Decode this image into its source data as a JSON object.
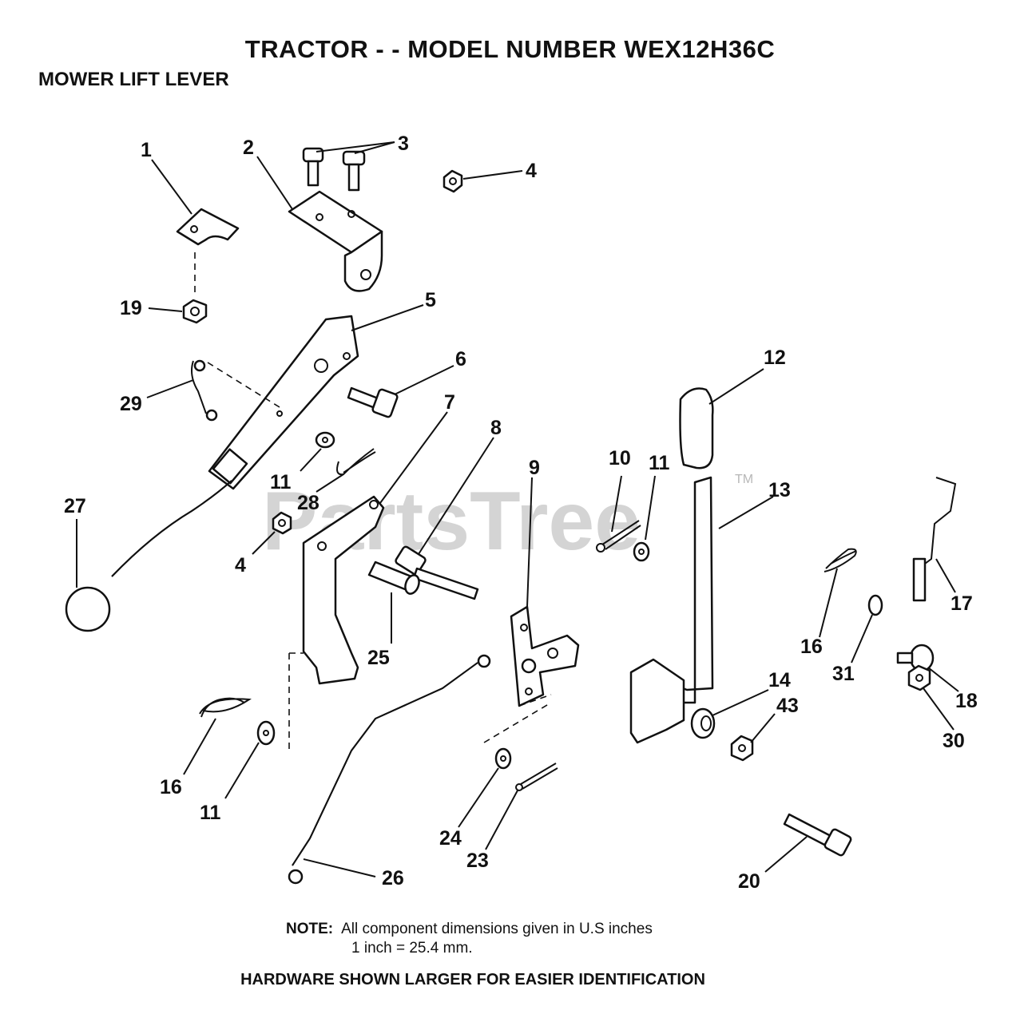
{
  "header": {
    "title": "TRACTOR - - MODEL NUMBER WEX12H36C",
    "subtitle": "MOWER LIFT LEVER"
  },
  "watermark": {
    "text": "PartsTree",
    "tm": "TM"
  },
  "callouts": [
    {
      "id": "c1",
      "label": "1"
    },
    {
      "id": "c2",
      "label": "2"
    },
    {
      "id": "c3",
      "label": "3"
    },
    {
      "id": "c4a",
      "label": "4"
    },
    {
      "id": "c5",
      "label": "5"
    },
    {
      "id": "c6",
      "label": "6"
    },
    {
      "id": "c7",
      "label": "7"
    },
    {
      "id": "c8",
      "label": "8"
    },
    {
      "id": "c9",
      "label": "9"
    },
    {
      "id": "c10",
      "label": "10"
    },
    {
      "id": "c11a",
      "label": "11"
    },
    {
      "id": "c11b",
      "label": "11"
    },
    {
      "id": "c11c",
      "label": "11"
    },
    {
      "id": "c12",
      "label": "12"
    },
    {
      "id": "c13",
      "label": "13"
    },
    {
      "id": "c14",
      "label": "14"
    },
    {
      "id": "c16a",
      "label": "16"
    },
    {
      "id": "c16b",
      "label": "16"
    },
    {
      "id": "c17",
      "label": "17"
    },
    {
      "id": "c18",
      "label": "18"
    },
    {
      "id": "c19",
      "label": "19"
    },
    {
      "id": "c20",
      "label": "20"
    },
    {
      "id": "c23",
      "label": "23"
    },
    {
      "id": "c24",
      "label": "24"
    },
    {
      "id": "c25",
      "label": "25"
    },
    {
      "id": "c26",
      "label": "26"
    },
    {
      "id": "c27",
      "label": "27"
    },
    {
      "id": "c28",
      "label": "28"
    },
    {
      "id": "c29",
      "label": "29"
    },
    {
      "id": "c30",
      "label": "30"
    },
    {
      "id": "c31",
      "label": "31"
    },
    {
      "id": "c43",
      "label": "43"
    },
    {
      "id": "c4b",
      "label": "4"
    }
  ],
  "note": {
    "label": "NOTE:",
    "line1": "All component dimensions given in U.S  inches",
    "line2": "1 inch = 25.4 mm."
  },
  "footer": "HARDWARE SHOWN LARGER FOR EASIER IDENTIFICATION"
}
